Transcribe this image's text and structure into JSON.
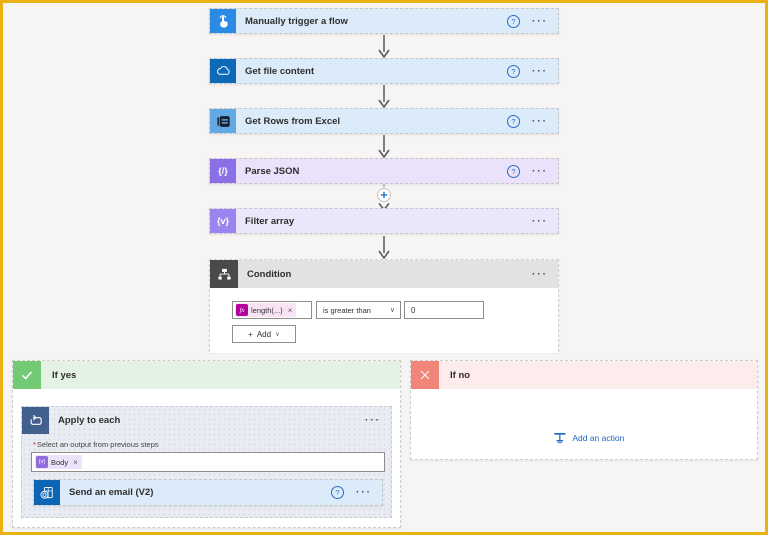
{
  "glyphs": {
    "help": "?",
    "more": "···",
    "close": "×",
    "plus": "+",
    "chevron": "∨"
  },
  "steps": [
    {
      "label": "Manually trigger a flow",
      "icon": "manual-trigger-hand-icon",
      "icon_color": "#2a8ae4",
      "card_color": "#dcebfa"
    },
    {
      "label": "Get file content",
      "icon": "onedrive-cloud-icon",
      "icon_color": "#0d6ab8",
      "card_color": "#dcebfa"
    },
    {
      "label": "Get Rows from Excel",
      "icon": "excel-book-icon",
      "icon_color": "#62a8e2",
      "card_color": "#dcebfa"
    },
    {
      "label": "Parse JSON",
      "icon": "braces-slash-icon",
      "glyph": "{/}",
      "icon_color": "#8a6fe6",
      "card_color": "#e9e2fa"
    },
    {
      "label": "Filter array",
      "icon": "braces-v-icon",
      "glyph": "{v}",
      "icon_color": "#9b84ef",
      "card_color": "#ece6fb"
    }
  ],
  "condition": {
    "title": "Condition",
    "operand_badge": "fx",
    "operand": "length(...)",
    "operator": "is greater than",
    "value": "0",
    "add_label": "Add"
  },
  "branches": {
    "yes": {
      "label": "If yes",
      "accent": "#74c974",
      "header_bg": "#e3f2e3"
    },
    "no": {
      "label": "If no",
      "accent": "#f1857a",
      "header_bg": "#fdecec",
      "add_action": "Add an action"
    }
  },
  "apply_to_each": {
    "title": "Apply to each",
    "required_mark": "*",
    "field_label": "Select an output from previous steps",
    "token_badge": "{v}",
    "token": "Body"
  },
  "send_email": {
    "label": "Send an email (V2)"
  },
  "frame": {
    "border_color": "#e9b112",
    "background": "#f6f5f3"
  }
}
